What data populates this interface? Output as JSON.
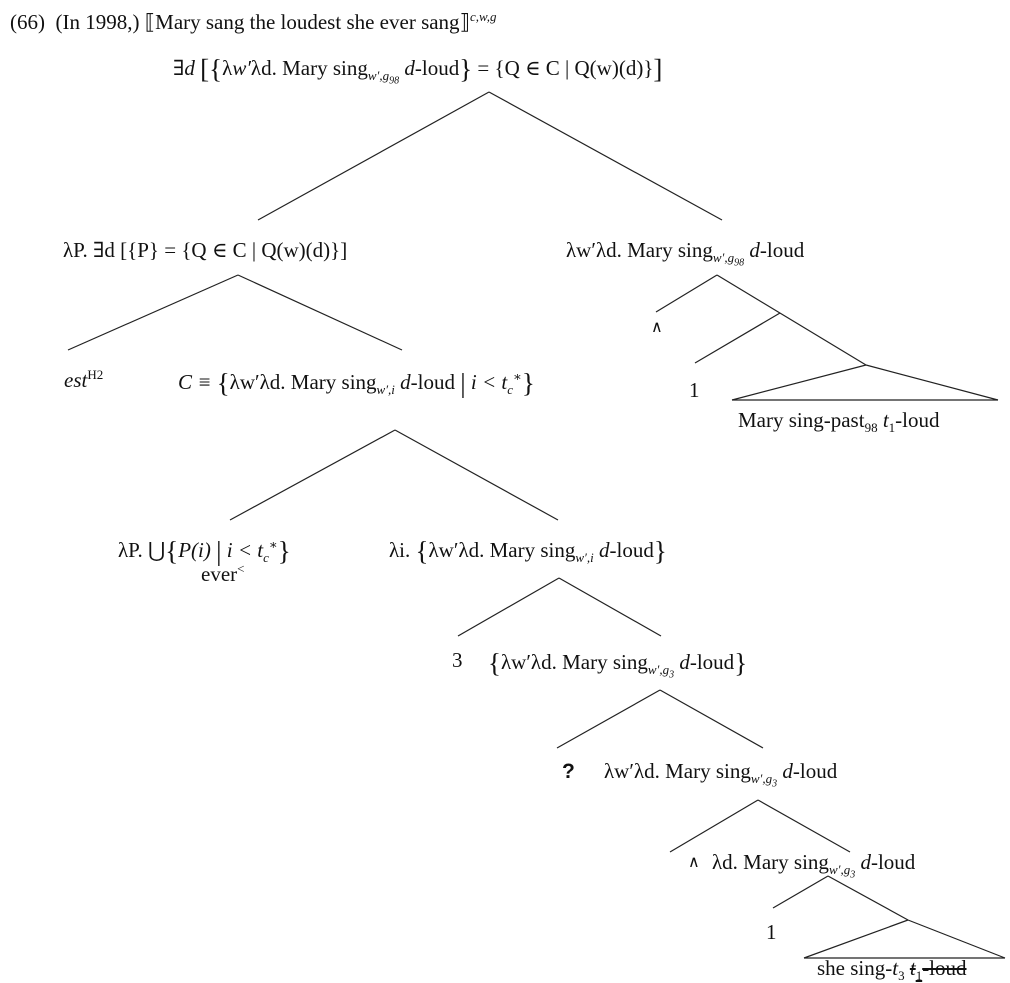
{
  "example": {
    "number": "(66)",
    "prefix": "(In 1998,)",
    "open_bracket": "⟦",
    "sentence": "Mary sang the loudest she ever sang",
    "close_bracket": "⟧",
    "superscript": "c,w,g"
  },
  "root": {
    "exists": "∃",
    "d": "d",
    "wprime": "w′",
    "lambda_d": "λd",
    "mary_sing": "Mary sing",
    "sub_w": "w′,g",
    "sub_98": "98",
    "dloud": "-loud",
    "rhs_open": "= {Q ∈ C | Q(w)(d)}"
  },
  "left1": {
    "text_a": "λP. ∃d [{P} = {Q ∈ C | Q(w)(d)}]"
  },
  "right1": {
    "text": "λw′λd. Mary sing",
    "sub_w": "w′,g",
    "sub_98": "98",
    "dloud": "-loud"
  },
  "caret_top": "∧",
  "one_top": "1",
  "terminal_top": {
    "mary": "Mary sing-past",
    "sub": "98",
    "t": "t",
    "t_sub": "1",
    "loud": "-loud"
  },
  "est": {
    "est": "est",
    "sup": "H2"
  },
  "cdef": {
    "c": "C ≡",
    "body": "λw′λd. Mary sing",
    "sub": "w′,i",
    "dloud": "-loud",
    "bar": "|",
    "cond": "i < t",
    "tsub": "c",
    "tsup": "∗"
  },
  "ever": {
    "lambda_p": "λP. ⋃",
    "p_of_i": "P(i)",
    "bar": "|",
    "cond": "i < t",
    "tsub": "c",
    "tsup": "∗",
    "label": "ever",
    "label_sup": "<"
  },
  "lambda_i": {
    "head": "λi.",
    "body": "λw′λd. Mary sing",
    "sub": "w′,i",
    "dloud": "-loud"
  },
  "three": "3",
  "set_g3": {
    "body": "λw′λd. Mary sing",
    "sub_w": "w′,g",
    "sub_3": "3",
    "dloud": "-loud"
  },
  "question": "?",
  "lw_g3": {
    "body": "λw′λd. Mary sing",
    "sub_w": "w′,g",
    "sub_3": "3",
    "dloud": "-loud"
  },
  "caret_bottom": "∧",
  "ld_g3": {
    "body": "λd. Mary sing",
    "sub_w": "w′,g",
    "sub_3": "3",
    "dloud": "-loud"
  },
  "one_bottom": "1",
  "terminal_bottom": {
    "she": "she sing-",
    "t3": "t",
    "t3_sub": "3",
    "struck_t": "t",
    "struck_sub": "1",
    "struck_loud": "-loud"
  }
}
